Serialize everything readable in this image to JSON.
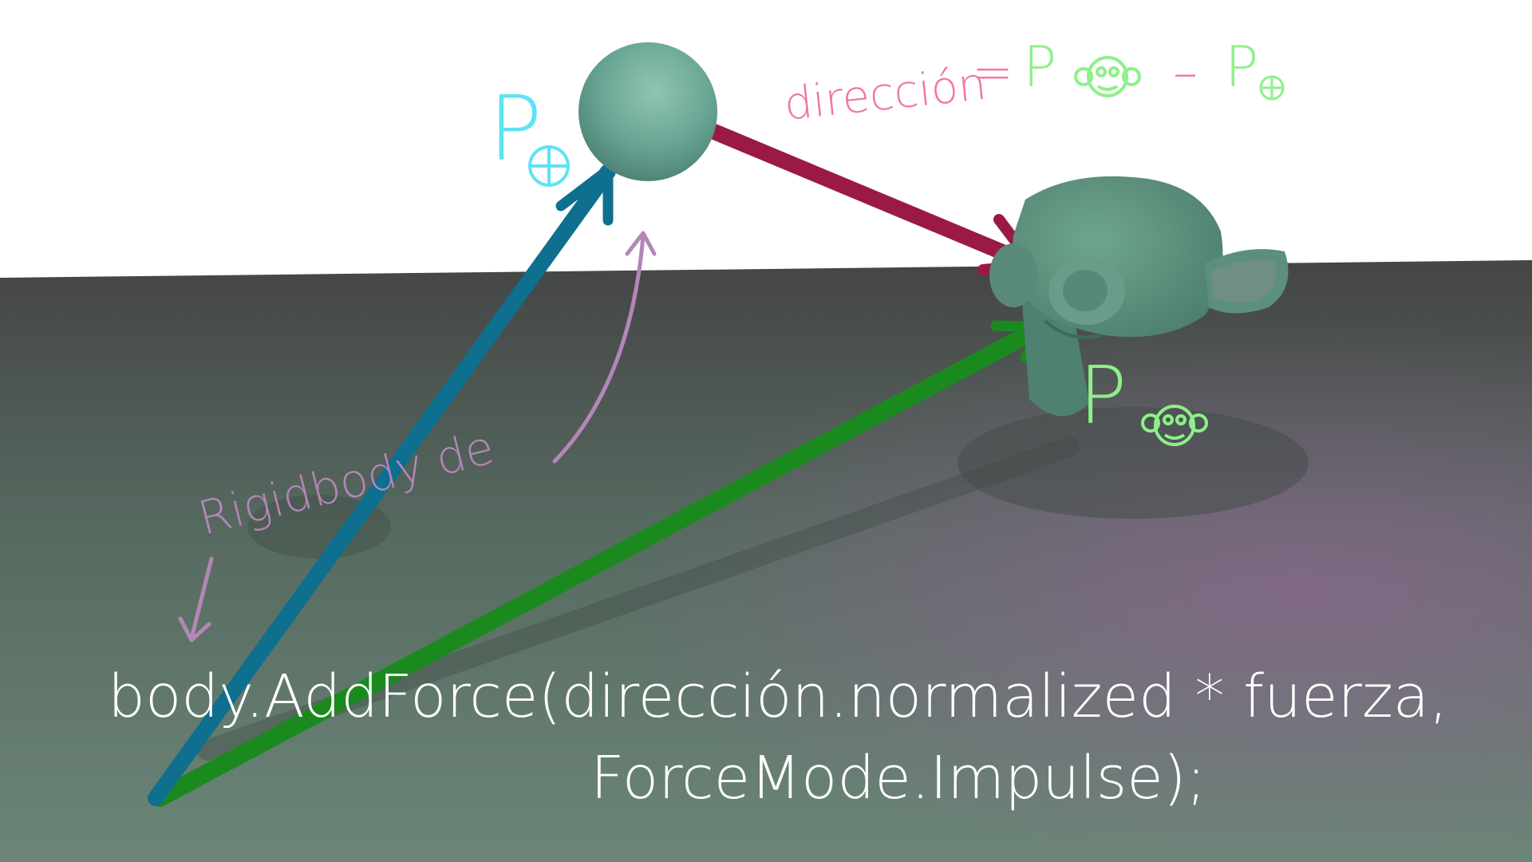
{
  "labels": {
    "p_sphere": "P",
    "p_monkey": "P",
    "direction_word": "dirección",
    "equals": "=",
    "minus": "–",
    "rigidbody": "Rigidbody de",
    "code_line1": "body.AddForce(dirección.normalized * fuerza,",
    "code_line2": "ForceMode.Impulse);"
  },
  "colors": {
    "sky": "#ffffff",
    "floor_dark": "#4a4a4a",
    "floor_light": "#6c8478",
    "sphere": "#6aa695",
    "monkey": "#5f9581",
    "arrow_blue": "#0e6f8f",
    "arrow_green": "#1b8a1e",
    "arrow_red": "#9a1a45",
    "ink_cyan": "#5fe3f3",
    "ink_green": "#8ef08a",
    "ink_pink": "#f1789a",
    "ink_purple": "#b486b8",
    "ink_white": "#ffffff"
  },
  "icons": [
    "crosshair-icon",
    "monkey-icon"
  ]
}
